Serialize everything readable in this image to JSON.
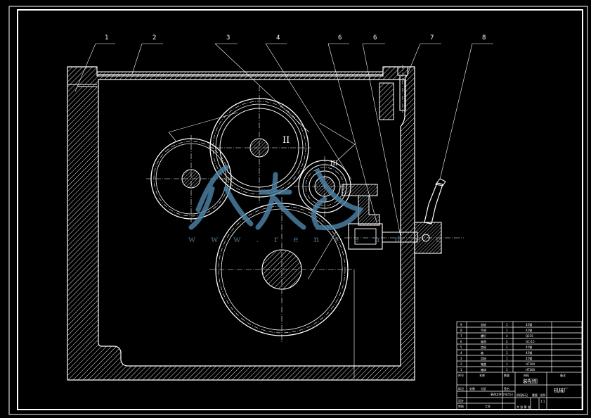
{
  "callouts": [
    "1",
    "2",
    "3",
    "4",
    "6",
    "6",
    "7",
    "8"
  ],
  "shaft_labels": [
    "II",
    "III"
  ],
  "watermark": {
    "url_text": "w w w . r e n r e n d o c"
  },
  "title_block": {
    "parts_list": [
      {
        "no": "9",
        "name": "齿轮",
        "qty": "1",
        "material": "45钢"
      },
      {
        "no": "8",
        "name": "手柄",
        "qty": "1",
        "material": "45钢"
      },
      {
        "no": "7",
        "name": "螺钉",
        "qty": "4",
        "material": "Q235"
      },
      {
        "no": "6",
        "name": "轴承",
        "qty": "2",
        "material": "GCr15"
      },
      {
        "no": "5",
        "name": "齿轮",
        "qty": "1",
        "material": "45钢"
      },
      {
        "no": "4",
        "name": "轴",
        "qty": "1",
        "material": "45钢"
      },
      {
        "no": "3",
        "name": "齿轮",
        "qty": "1",
        "material": "45钢"
      },
      {
        "no": "2",
        "name": "箱盖",
        "qty": "1",
        "material": "HT200"
      },
      {
        "no": "1",
        "name": "箱体",
        "qty": "1",
        "material": "HT200"
      }
    ],
    "header_row": {
      "no": "序号",
      "name": "名称",
      "qty": "数量",
      "material": "材料",
      "note": "备注"
    },
    "drawing_title": "装配图",
    "company": "机械厂",
    "sign_row": [
      "标记",
      "处数",
      "分区",
      "更改文件号",
      "签名",
      "年月日"
    ],
    "roles": [
      "设计",
      "审核",
      "工艺"
    ],
    "stage": "阶段标记",
    "weight": "重量",
    "scale_label": "比例",
    "scale": "1:1",
    "sheet": "共 张 第 张"
  }
}
